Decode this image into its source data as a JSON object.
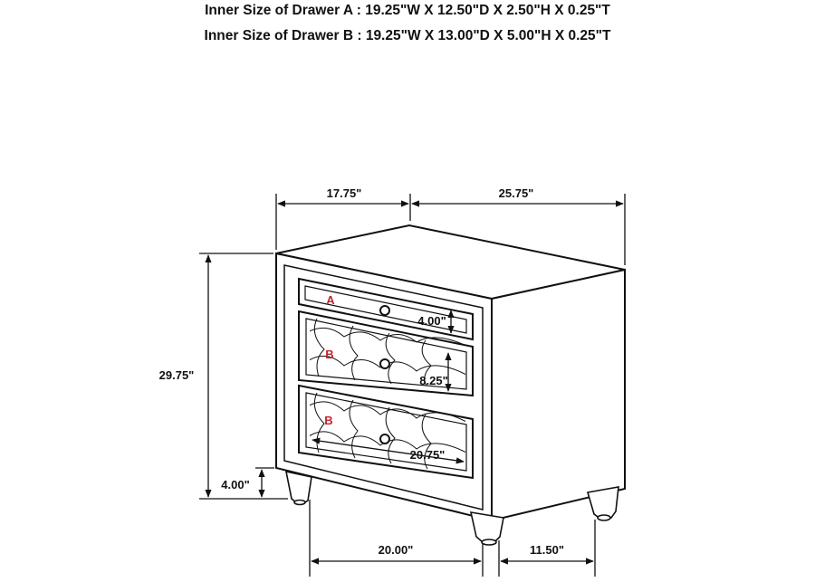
{
  "specs": {
    "drawer_a": "Inner Size of Drawer A : 19.25\"W X 12.50\"D X 2.50\"H X 0.25\"T",
    "drawer_b": "Inner Size of Drawer B : 19.25\"W X 13.00\"D X 5.00\"H X 0.25\"T"
  },
  "dimensions": {
    "top_depth": "17.75\"",
    "top_width": "25.75\"",
    "height": "29.75\"",
    "leg_height": "4.00\"",
    "drawer_a_height": "4.00\"",
    "drawer_b_height": "8.25\"",
    "drawer_width": "20.75\"",
    "base_width": "20.00\"",
    "base_depth": "11.50\""
  },
  "drawer_labels": {
    "a": "A",
    "b1": "B",
    "b2": "B"
  },
  "colors": {
    "line": "#111111",
    "drawer_label": "#c0262d"
  }
}
